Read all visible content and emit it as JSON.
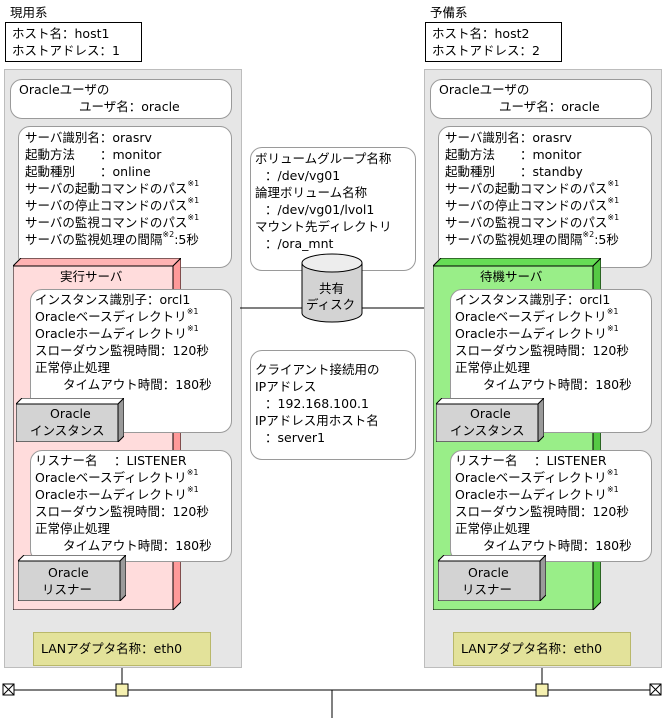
{
  "active": {
    "system_label": "現用系",
    "host_name": "ホスト名：host1",
    "host_address": "ホストアドレス：1",
    "oracle_user_line1": "Oracleユーザの",
    "oracle_user_line2": "ユーザ名：oracle",
    "server": {
      "name": "サーバ識別名：orasrv",
      "start_method": "起動方法　　：monitor",
      "start_type": "起動種別　　：online",
      "start_cmd": "サーバの起動コマンドのパス",
      "stop_cmd": "サーバの停止コマンドのパス",
      "monitor_cmd": "サーバの監視コマンドのパス",
      "monitor_interval": "サーバの監視処理の間隔",
      "note1": "※1",
      "note2": "※2",
      "interval_value": ":5秒"
    },
    "role_label": "実行サーバ",
    "instance": {
      "id": "インスタンス識別子：orcl1",
      "base_dir": "Oracleベースディレクトリ",
      "home_dir": "Oracleホームディレクトリ",
      "slowdown": "スローダウン監視時間：120秒",
      "normal_stop": "正常停止処理",
      "timeout": "タイムアウト時間：180秒",
      "note": "※1"
    },
    "instance_box": {
      "line1": "Oracle",
      "line2": "インスタンス"
    },
    "listener": {
      "name": "リスナー名　 ：LISTENER",
      "base_dir": "Oracleベースディレクトリ",
      "home_dir": "Oracleホームディレクトリ",
      "slowdown": "スローダウン監視時間：120秒",
      "normal_stop": "正常停止処理",
      "timeout": "タイムアウト時間：180秒",
      "note": "※1"
    },
    "listener_box": {
      "line1": "Oracle",
      "line2": "リスナー"
    },
    "lan": "LANアダプタ名称：eth0"
  },
  "standby": {
    "system_label": "予備系",
    "host_name": "ホスト名：host2",
    "host_address": "ホストアドレス：2",
    "oracle_user_line1": "Oracleユーザの",
    "oracle_user_line2": "ユーザ名：oracle",
    "server": {
      "name": "サーバ識別名：orasrv",
      "start_method": "起動方法　　：monitor",
      "start_type": "起動種別　　：standby",
      "start_cmd": "サーバの起動コマンドのパス",
      "stop_cmd": "サーバの停止コマンドのパス",
      "monitor_cmd": "サーバの監視コマンドのパス",
      "monitor_interval": "サーバの監視処理の間隔",
      "note1": "※1",
      "note2": "※2",
      "interval_value": ":5秒"
    },
    "role_label": "待機サーバ",
    "instance": {
      "id": "インスタンス識別子：orcl1",
      "base_dir": "Oracleベースディレクトリ",
      "home_dir": "Oracleホームディレクトリ",
      "slowdown": "スローダウン監視時間：120秒",
      "normal_stop": "正常停止処理",
      "timeout": "タイムアウト時間：180秒",
      "note": "※1"
    },
    "instance_box": {
      "line1": "Oracle",
      "line2": "インスタンス"
    },
    "listener": {
      "name": "リスナー名　 ：LISTENER",
      "base_dir": "Oracleベースディレクトリ",
      "home_dir": "Oracleホームディレクトリ",
      "slowdown": "スローダウン監視時間：120秒",
      "normal_stop": "正常停止処理",
      "timeout": "タイムアウト時間：180秒",
      "note": "※1"
    },
    "listener_box": {
      "line1": "Oracle",
      "line2": "リスナー"
    },
    "lan": "LANアダプタ名称：eth0"
  },
  "volume": {
    "vg_label": "ボリュームグループ名称",
    "vg_value": "：/dev/vg01",
    "lv_label": "論理ボリューム名称",
    "lv_value": "：/dev/vg01/lvol1",
    "mount_label": "マウント先ディレクトリ",
    "mount_value": "：/ora_mnt"
  },
  "disk": {
    "line1": "共有",
    "line2": "ディスク"
  },
  "client": {
    "line1": "クライアント接続用の",
    "line2": "IPアドレス",
    "ip": "：192.168.100.1",
    "host_label": "IPアドレス用ホスト名",
    "host_value": "：server1"
  },
  "colors": {
    "active_fill": "#ffdcdc",
    "active_top": "#ffb3b3",
    "standby_fill": "#99ee88",
    "standby_top": "#66dd55",
    "panel": "#e6e6e6",
    "lan": "#e3e29a"
  }
}
